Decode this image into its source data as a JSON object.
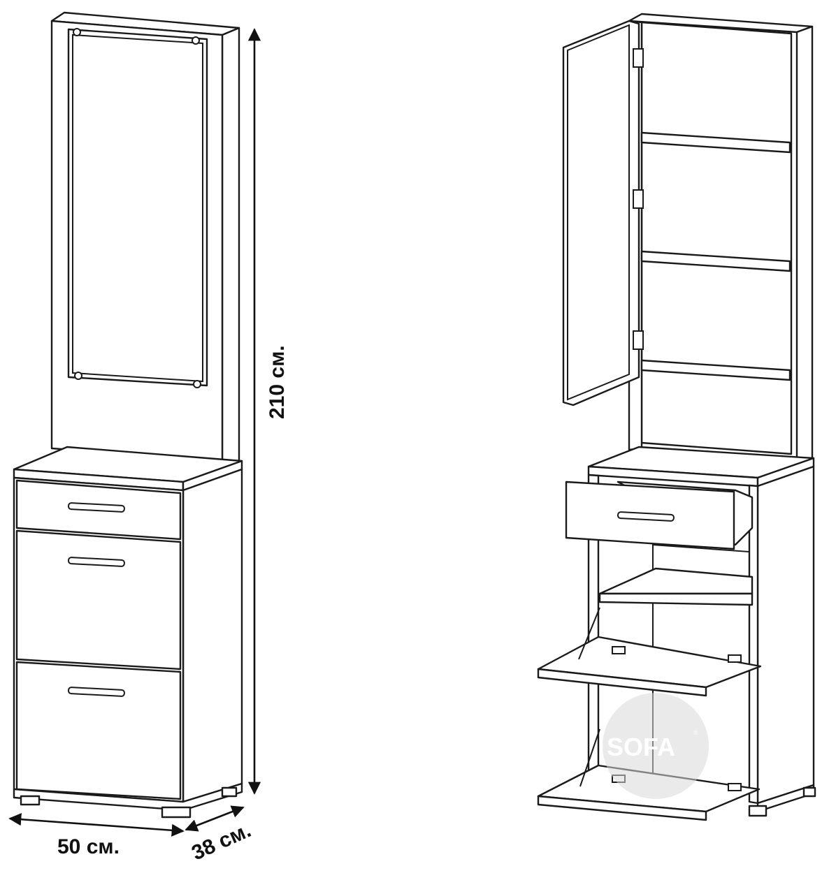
{
  "dimensions": {
    "height_label": "210 см.",
    "width_label": "50 см.",
    "depth_label": "38 см."
  },
  "watermark": {
    "text": "SOFA",
    "reg_mark": "®",
    "color": "#d9d9d9"
  },
  "colors": {
    "line": "#1a1a1a",
    "fill": "#ffffff"
  }
}
